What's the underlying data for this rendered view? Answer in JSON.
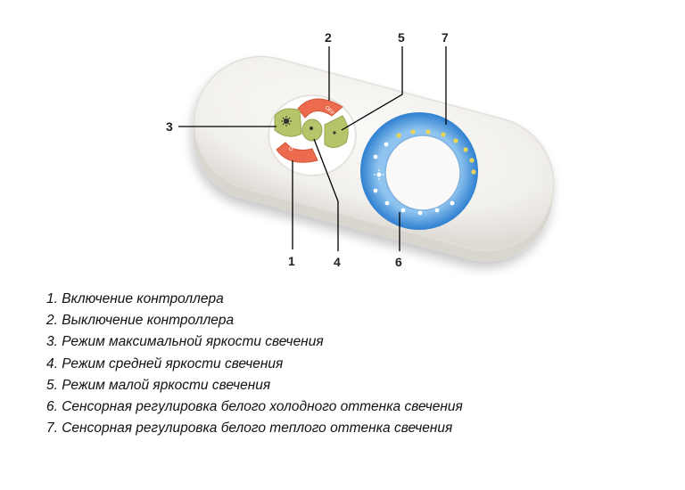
{
  "callouts": [
    "1",
    "2",
    "3",
    "4",
    "5",
    "6",
    "7"
  ],
  "button_labels": {
    "on": "ON",
    "off": "OFF"
  },
  "legend": [
    "1. Включение контроллера",
    "2. Выключение контроллера",
    "3. Режим максимальной яркости свечения",
    "4. Режим средней яркости свечения",
    "5. Режим малой яркости свечения",
    "6. Сенсорная регулировка белого холодного оттенка свечения",
    "7. Сенсорная регулировка белого теплого оттенка свечения"
  ],
  "colors": {
    "remote_body": "#f3f1ee",
    "button_red": "#ec6b4f",
    "button_green": "#b6c46a",
    "touch_ring_blue": "#3d8bd9",
    "warm_led": "#e9d457",
    "cold_led": "#ffffff"
  }
}
